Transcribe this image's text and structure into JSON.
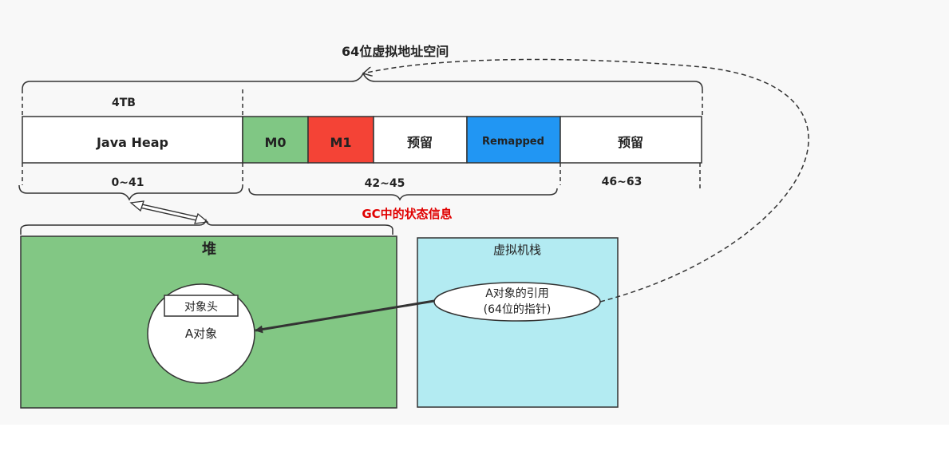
{
  "title": "64位虚拟地址空间",
  "colors": {
    "m0": "#80c784",
    "m1": "#f44336",
    "remapped": "#2196f3",
    "heap": "#82c784",
    "stack": "#b3ebf2",
    "gc_label": "#e00000"
  },
  "segments": [
    {
      "id": "java-heap",
      "label": "Java Heap"
    },
    {
      "id": "m0",
      "label": "M0"
    },
    {
      "id": "m1",
      "label": "M1"
    },
    {
      "id": "reserved-1",
      "label": "预留"
    },
    {
      "id": "remapped",
      "label": "Remapped"
    },
    {
      "id": "reserved-2",
      "label": "预留"
    }
  ],
  "size_label": "4TB",
  "ranges": {
    "r0": "0~41",
    "r1": "42~45",
    "r2": "46~63"
  },
  "gc_label": "GC中的状态信息",
  "heap": {
    "title": "堆",
    "object_header": "对象头",
    "object_label": "A对象"
  },
  "stack": {
    "title": "虚拟机栈",
    "ref_line1": "A对象的引用",
    "ref_line2": "(64位的指针)"
  }
}
